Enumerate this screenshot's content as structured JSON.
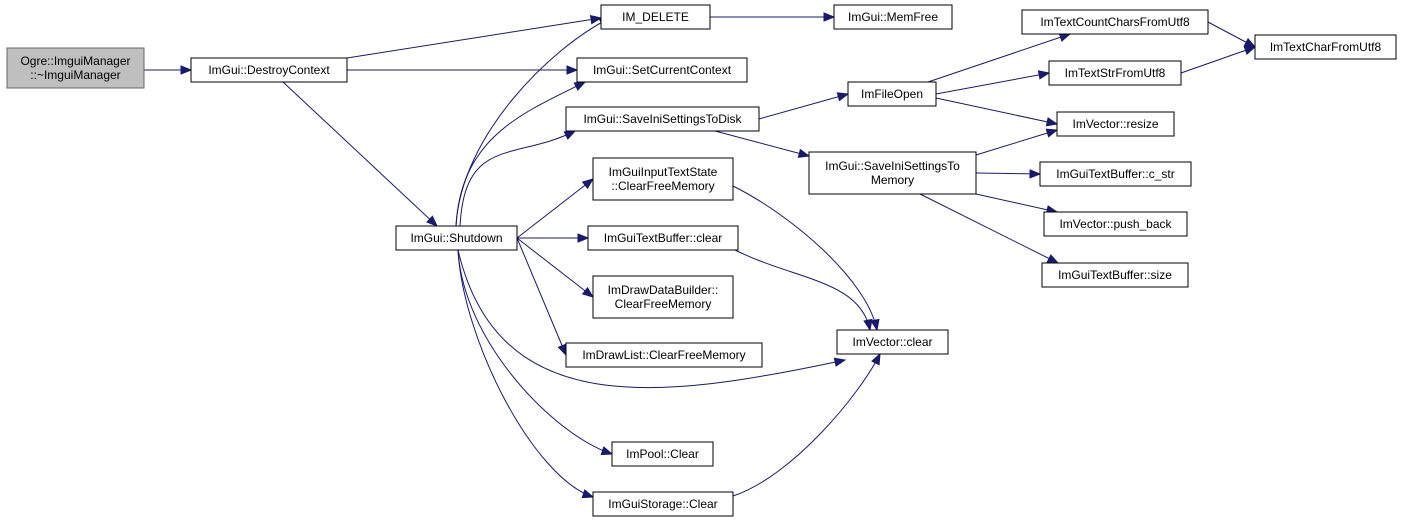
{
  "graph": {
    "nodes": {
      "root": [
        "Ogre::ImguiManager",
        "::~ImguiManager"
      ],
      "destroy_context": [
        "ImGui::DestroyContext"
      ],
      "im_delete": [
        "IM_DELETE"
      ],
      "mem_free": [
        "ImGui::MemFree"
      ],
      "set_current_context": [
        "ImGui::SetCurrentContext"
      ],
      "save_ini_disk": [
        "ImGui::SaveIniSettingsToDisk"
      ],
      "file_open": [
        "ImFileOpen"
      ],
      "count_chars": [
        "ImTextCountCharsFromUtf8"
      ],
      "char_from_utf8": [
        "ImTextCharFromUtf8"
      ],
      "str_from_utf8": [
        "ImTextStrFromUtf8"
      ],
      "vector_resize": [
        "ImVector::resize"
      ],
      "save_ini_memory": [
        "ImGui::SaveIniSettingsTo",
        "Memory"
      ],
      "textbuffer_cstr": [
        "ImGuiTextBuffer::c_str"
      ],
      "vector_push_back": [
        "ImVector::push_back"
      ],
      "textbuffer_size": [
        "ImGuiTextBuffer::size"
      ],
      "shutdown": [
        "ImGui::Shutdown"
      ],
      "inputtextstate_clear": [
        "ImGuiInputTextState",
        "::ClearFreeMemory"
      ],
      "textbuffer_clear": [
        "ImGuiTextBuffer::clear"
      ],
      "drawdatabuilder_clear": [
        "ImDrawDataBuilder::",
        "ClearFreeMemory"
      ],
      "drawlist_clear": [
        "ImDrawList::ClearFreeMemory"
      ],
      "vector_clear": [
        "ImVector::clear"
      ],
      "pool_clear": [
        "ImPool::Clear"
      ],
      "storage_clear": [
        "ImGuiStorage::Clear"
      ]
    },
    "edges": [
      [
        "root",
        "destroy_context"
      ],
      [
        "destroy_context",
        "im_delete"
      ],
      [
        "destroy_context",
        "set_current_context"
      ],
      [
        "destroy_context",
        "shutdown"
      ],
      [
        "im_delete",
        "mem_free"
      ],
      [
        "save_ini_disk",
        "file_open"
      ],
      [
        "save_ini_disk",
        "save_ini_memory"
      ],
      [
        "file_open",
        "count_chars"
      ],
      [
        "file_open",
        "str_from_utf8"
      ],
      [
        "file_open",
        "vector_resize"
      ],
      [
        "count_chars",
        "char_from_utf8"
      ],
      [
        "str_from_utf8",
        "char_from_utf8"
      ],
      [
        "save_ini_memory",
        "vector_resize"
      ],
      [
        "save_ini_memory",
        "textbuffer_cstr"
      ],
      [
        "save_ini_memory",
        "vector_push_back"
      ],
      [
        "save_ini_memory",
        "textbuffer_size"
      ],
      [
        "shutdown",
        "im_delete"
      ],
      [
        "shutdown",
        "set_current_context"
      ],
      [
        "shutdown",
        "save_ini_disk"
      ],
      [
        "shutdown",
        "inputtextstate_clear"
      ],
      [
        "shutdown",
        "textbuffer_clear"
      ],
      [
        "shutdown",
        "drawdatabuilder_clear"
      ],
      [
        "shutdown",
        "drawlist_clear"
      ],
      [
        "shutdown",
        "vector_clear"
      ],
      [
        "shutdown",
        "pool_clear"
      ],
      [
        "shutdown",
        "storage_clear"
      ],
      [
        "inputtextstate_clear",
        "vector_clear"
      ],
      [
        "textbuffer_clear",
        "vector_clear"
      ],
      [
        "storage_clear",
        "vector_clear"
      ]
    ]
  },
  "colors": {
    "edge": "#191970",
    "node_border": "#000000",
    "root_fill": "#bfbfbf",
    "root_border": "#666666",
    "node_fill": "#ffffff"
  }
}
